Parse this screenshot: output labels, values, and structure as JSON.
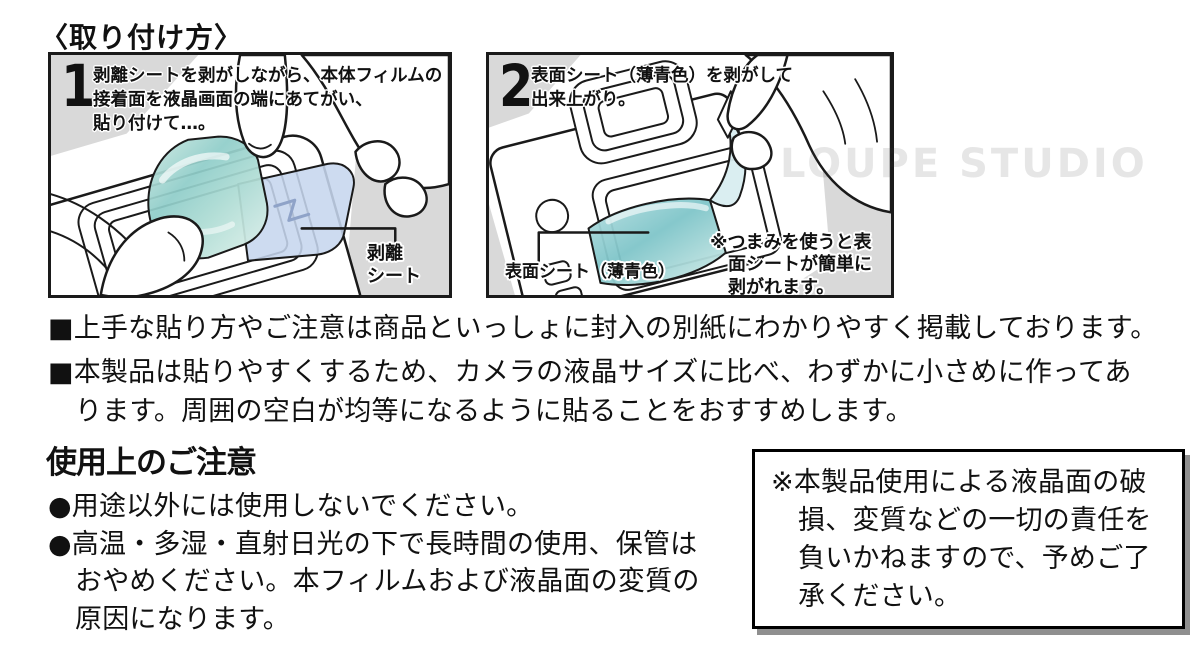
{
  "page": {
    "title": "〈取り付け方〉",
    "watermark": "LOUPE STUDIO"
  },
  "steps": [
    {
      "number": "1",
      "caption": "剥離シートを剥がしながら、本体フィルムの\n接着面を液晶画面の端にあてがい、\n貼り付けて…。",
      "label": "剥離\nシート"
    },
    {
      "number": "2",
      "caption": "表面シート（薄青色）を剥がして\n出来上がり。",
      "label": "表面シート（薄青色）",
      "note": "※つまみを使うと表\n面シートが簡単に\n剥がれます。"
    }
  ],
  "notes": [
    "■上手な貼り方やご注意は商品といっしょに封入の別紙にわかりやすく掲載しております。",
    "■本製品は貼りやすくするため、カメラの液晶サイズに比べ、わずかに小さめに作ってあ\nります。周囲の空白が均等になるように貼ることをおすすめします。"
  ],
  "cautions": {
    "heading": "使用上のご注意",
    "items": [
      "●用途以外には使用しないでください。",
      "●高温・多湿・直射日光の下で長時間の使用、保管は\nおやめください。本フィルムおよび液晶面の変質の\n原因になります。"
    ],
    "disclaimer": "※本製品使用による液晶面の破\n損、変質などの一切の責任を\n負いかねますので、予めご了\n承ください。"
  },
  "colors": {
    "line": "#1a1a1a",
    "panel-gray": "#d9d9d9",
    "film-blue": "#c6d6ee",
    "film-teal": "#8fcdc9"
  }
}
